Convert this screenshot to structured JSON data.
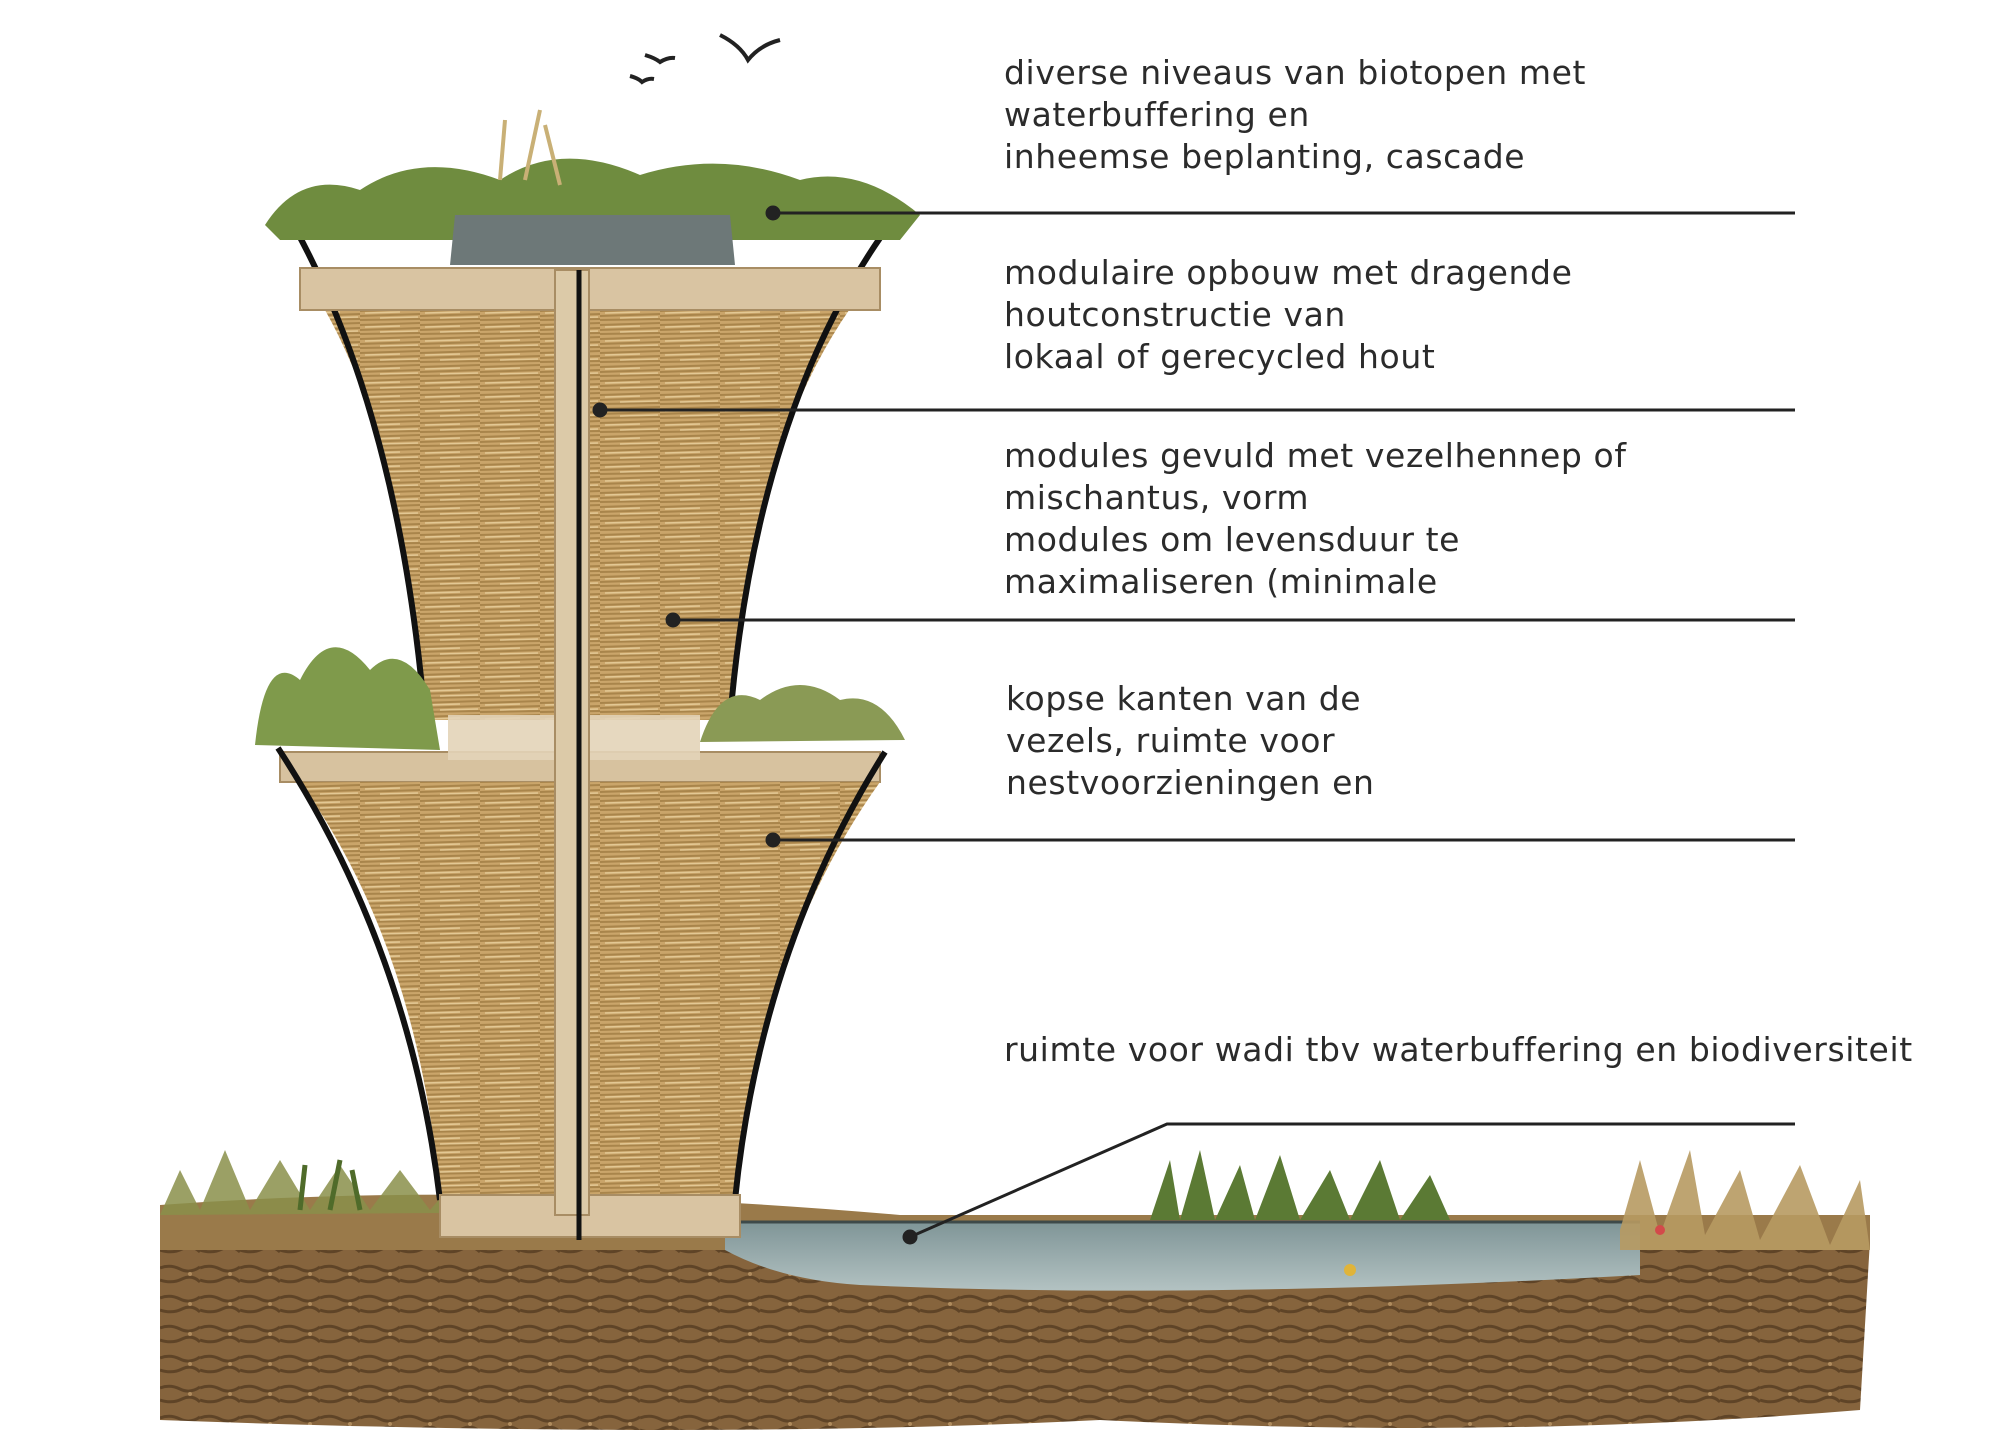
{
  "labels": [
    {
      "lines": [
        "diverse niveaus van biotopen met",
        "waterbuffering en",
        "inheemse beplanting, cascade"
      ]
    },
    {
      "lines": [
        "modulaire opbouw met dragende",
        "houtconstructie van",
        "lokaal of gerecycled hout"
      ]
    },
    {
      "lines": [
        "modules gevuld met vezelhennep of",
        "mischantus, vorm",
        "modules om levensduur te",
        "maximaliseren (minimale"
      ]
    },
    {
      "lines": [
        "kopse kanten van de",
        "vezels, ruimte voor",
        "nestvoorzieningen en"
      ]
    },
    {
      "lines": [
        "ruimte voor wadi tbv waterbuffering en biodiversiteit"
      ]
    }
  ],
  "colors": {
    "text": "#2b2b2b",
    "leader": "#222222",
    "straw": "#c9a66b",
    "timber": "#d8c3a0",
    "soil": "#7a5a36",
    "water": "#8fa3a6",
    "greenery": "#6f8c3f"
  }
}
